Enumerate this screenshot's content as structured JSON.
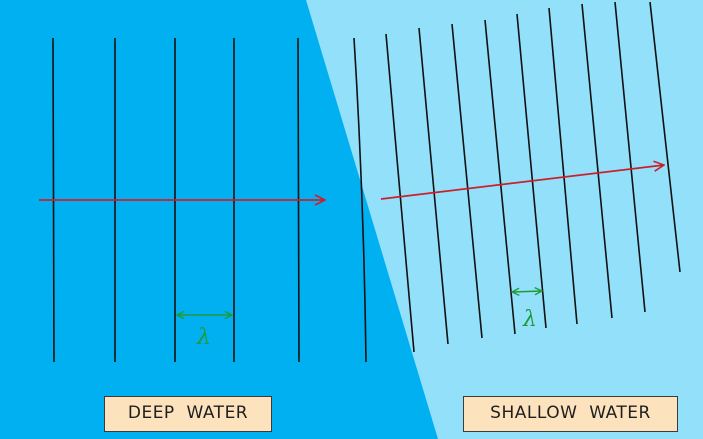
{
  "regions": {
    "deep": {
      "label": "DEEP  WATER",
      "color": "#00b0f0"
    },
    "shallow": {
      "label": "SHALLOW  WATER",
      "color": "#92e0fa"
    }
  },
  "wavelength_symbol": "λ",
  "colors": {
    "wavefront": "#111111",
    "ray": "#cc1f2b",
    "wavelength_marker": "#1f9a3a",
    "label_background": "#fde3bd"
  },
  "deep_wavefront_count": 6,
  "shallow_wavefront_count": 10
}
